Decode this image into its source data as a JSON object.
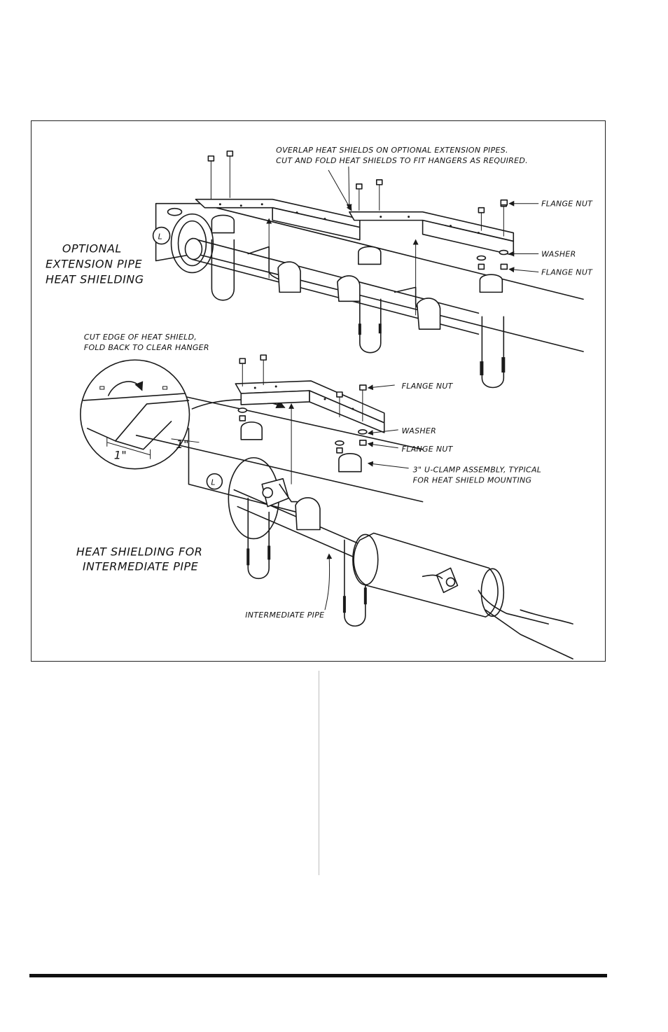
{
  "figure": {
    "labels": {
      "overlap_note_line1": "OVERLAP HEAT SHIELDS ON OPTIONAL EXTENSION PIPES.",
      "overlap_note_line2": "CUT AND FOLD HEAT SHIELDS TO FIT HANGERS AS REQUIRED.",
      "flange_nut_top_1": "FLANGE NUT",
      "washer_top": "WASHER",
      "flange_nut_top_2": "FLANGE NUT",
      "optional_title_line1": "OPTIONAL",
      "optional_title_line2": "EXTENSION PIPE",
      "optional_title_line3": "HEAT SHIELDING",
      "cut_edge_line1": "CUT EDGE OF HEAT SHIELD,",
      "cut_edge_line2": "FOLD BACK TO CLEAR HANGER",
      "flange_nut_mid": "FLANGE NUT",
      "washer_mid": "WASHER",
      "flange_nut_mid_2": "FLANGE NUT",
      "uclamp_line1": "3\" U-CLAMP ASSEMBLY, TYPICAL",
      "uclamp_line2": "FOR HEAT SHIELD MOUNTING",
      "dim_inset": "1\"",
      "dim_main": "1\"",
      "intermediate_title_line1": "HEAT SHIELDING FOR",
      "intermediate_title_line2": "INTERMEDIATE PIPE",
      "intermediate_pipe": "INTERMEDIATE PIPE",
      "centerline_top": "L",
      "centerline_bottom": "L"
    }
  }
}
